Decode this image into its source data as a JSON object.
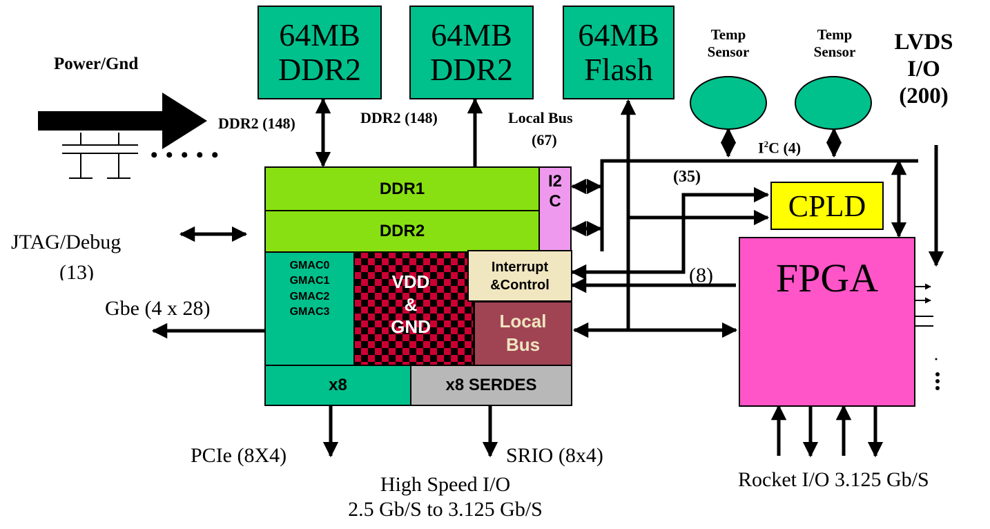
{
  "memory": {
    "ddr2_a": {
      "line1": "64MB",
      "line2": "DDR2"
    },
    "ddr2_b": {
      "line1": "64MB",
      "line2": "DDR2"
    },
    "flash": {
      "line1": "64MB",
      "line2": "Flash"
    }
  },
  "sensors": {
    "temp_a": {
      "line1": "Temp",
      "line2": "Sensor"
    },
    "temp_b": {
      "line1": "Temp",
      "line2": "Sensor"
    }
  },
  "lvds": {
    "line1": "LVDS",
    "line2": "I/O",
    "line3": "(200)"
  },
  "power_label": "Power/Gnd",
  "bus_labels": {
    "ddr2_148_a": "DDR2 (148)",
    "ddr2_148_b": "DDR2 (148)",
    "local_bus": "Local Bus",
    "local_bus_count": "(67)",
    "i2c_prefix": "I",
    "i2c_sup": "2",
    "i2c_suffix": "C (4)",
    "cpld_count": "(35)",
    "fpga_count": "(8)"
  },
  "jtag": {
    "line1": "JTAG/Debug",
    "line2": "(13)"
  },
  "gbe_label": "Gbe (4 x 28)",
  "processor": {
    "ddr1": "DDR1",
    "ddr2": "DDR2",
    "i2c_line1": "I2",
    "i2c_line2": "C",
    "gmacs": [
      "GMAC0",
      "GMAC1",
      "GMAC2",
      "GMAC3"
    ],
    "vdd_line1": "VDD",
    "vdd_line2": "&",
    "vdd_line3": "GND",
    "interrupt_line1": "Interrupt",
    "interrupt_line2": "&Control",
    "localbus_line1": "Local",
    "localbus_line2": "Bus",
    "pcie_lanes": "x8",
    "serdes": "x8 SERDES"
  },
  "cpld": "CPLD",
  "fpga": "FPGA",
  "pcie_label": "PCIe (8X4)",
  "srio_label": "SRIO (8x4)",
  "high_speed": {
    "line1": "High Speed I/O",
    "line2": "2.5 Gb/S to 3.125 Gb/S"
  },
  "rocket_io": "Rocket I/O 3.125 Gb/S",
  "ellipsis": "• • • • •",
  "colors": {
    "teal": "#00c08c",
    "lime": "#88e012",
    "pink": "#ee99ee",
    "tan": "#f0e6c0",
    "maroon": "#a04454",
    "gray": "#b8b8b8",
    "yellow": "#ffff00",
    "magenta": "#ff55c8",
    "checker_red": "#cc0033"
  }
}
